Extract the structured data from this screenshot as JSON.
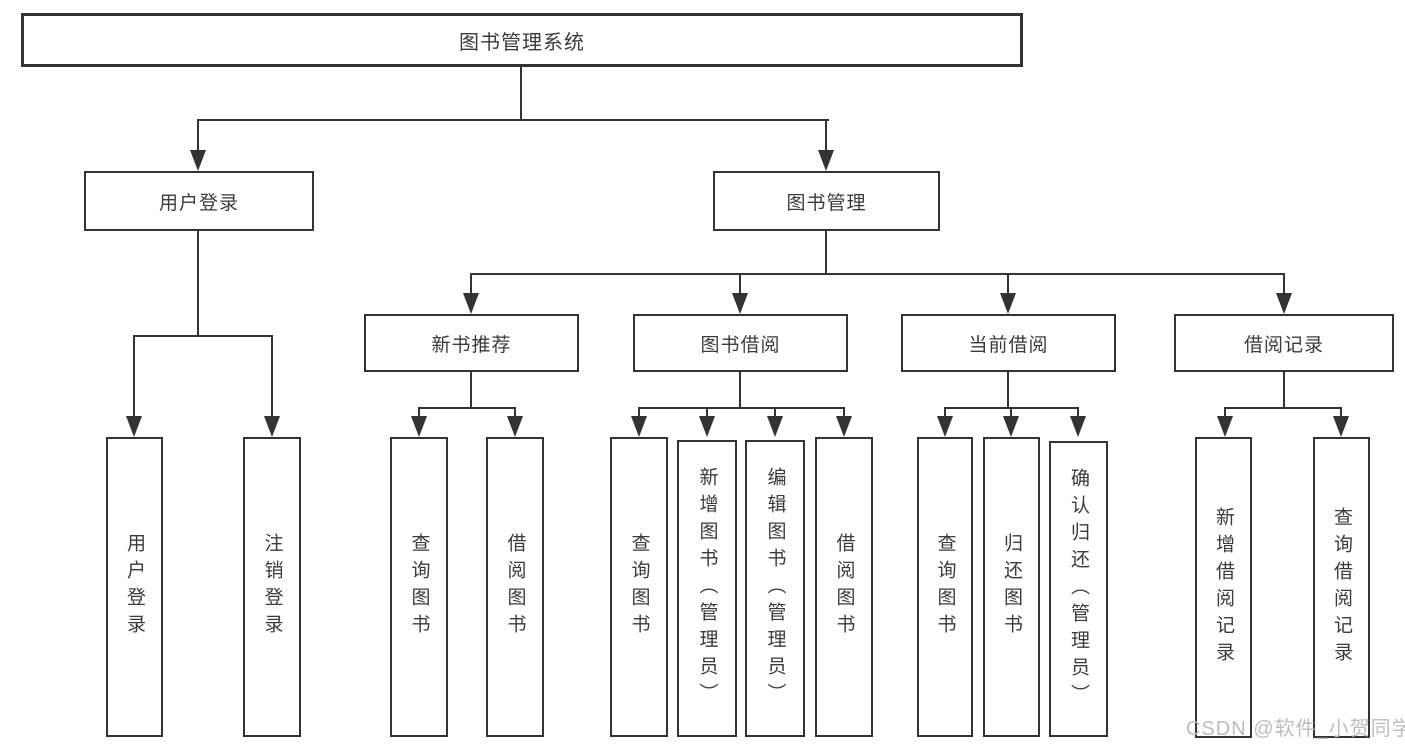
{
  "diagram": {
    "type": "hierarchy-tree",
    "root": {
      "label": "图书管理系统"
    },
    "level2": [
      {
        "id": "user_login",
        "label": "用户登录"
      },
      {
        "id": "book_management",
        "label": "图书管理"
      }
    ],
    "level3": [
      {
        "id": "new_book_recommend",
        "label": "新书推荐",
        "parent": "book_management"
      },
      {
        "id": "book_borrow",
        "label": "图书借阅",
        "parent": "book_management"
      },
      {
        "id": "current_borrow",
        "label": "当前借阅",
        "parent": "book_management"
      },
      {
        "id": "borrow_record",
        "label": "借阅记录",
        "parent": "book_management"
      }
    ],
    "leaves": {
      "user_login": [
        {
          "label": "用户登录"
        },
        {
          "label": "注销登录"
        }
      ],
      "new_book_recommend": [
        {
          "label": "查询图书"
        },
        {
          "label": "借阅图书"
        }
      ],
      "book_borrow": [
        {
          "label": "查询图书"
        },
        {
          "label": "新增图书（管理员）"
        },
        {
          "label": "编辑图书（管理员）"
        },
        {
          "label": "借阅图书"
        }
      ],
      "current_borrow": [
        {
          "label": "查询图书"
        },
        {
          "label": "归还图书"
        },
        {
          "label": "确认归还（管理员）"
        }
      ],
      "borrow_record": [
        {
          "label": "新增借阅记录"
        },
        {
          "label": "查询借阅记录"
        }
      ]
    },
    "watermark": "CSDN @软件_小贺同学",
    "colors": {
      "line": "#333333",
      "text": "#3b3b3b",
      "watermark": "#bdbdbd",
      "background": "#ffffff"
    }
  }
}
